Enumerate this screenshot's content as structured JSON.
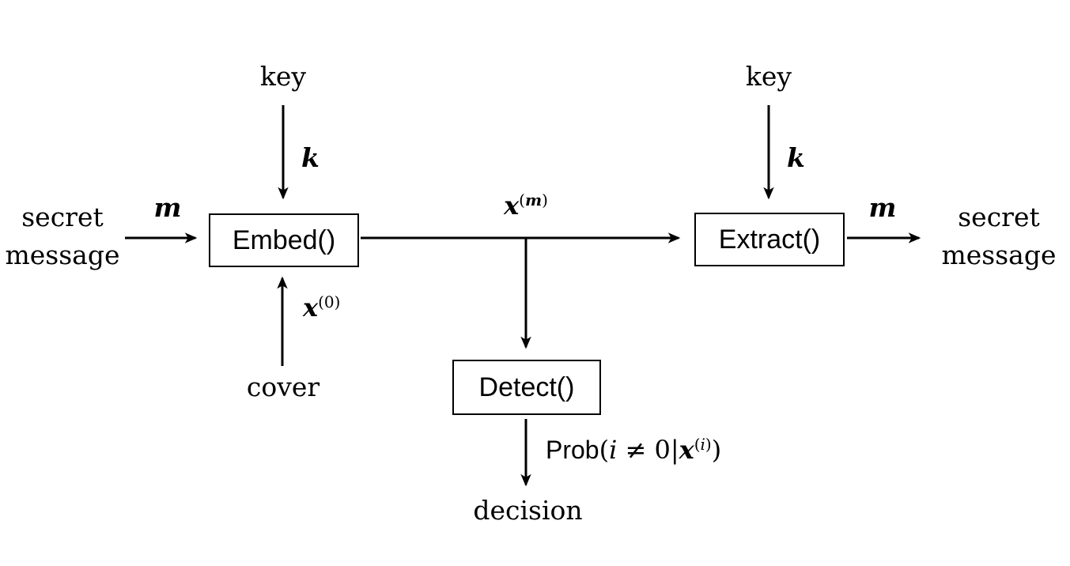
{
  "diagram": {
    "boxes": {
      "embed": {
        "label": "Embed()"
      },
      "extract": {
        "label": "Extract()"
      },
      "detect": {
        "label": "Detect()"
      }
    },
    "labels": {
      "key_left": "key",
      "key_right": "key",
      "secret_in_line1": "secret",
      "secret_in_line2": "message",
      "secret_out_line1": "secret",
      "secret_out_line2": "message",
      "cover": "cover",
      "decision": "decision"
    },
    "math": {
      "m_in": "m",
      "m_out": "m",
      "k_left": "k",
      "k_right": "k",
      "x0": {
        "base": "x",
        "sup_open": "(",
        "sup_idx": "0",
        "sup_close": ")"
      },
      "xm": {
        "base": "x",
        "sup_open": "(",
        "sup_idx": "m",
        "sup_close": ")"
      },
      "prob": {
        "func": "Prob",
        "open": "(",
        "i": "i",
        "neq": "≠",
        "zero": "0",
        "bar": "|",
        "x": "x",
        "sup_open": "(",
        "sup_idx": "i",
        "sup_close": ")",
        "close": ")"
      }
    },
    "colors": {
      "stroke": "#000000",
      "background": "#ffffff"
    },
    "arrow_names": {
      "key_to_embed": "key to Embed",
      "message_to_embed": "secret message to Embed",
      "embed_to_extract": "Embed to Extract",
      "branch_to_detect": "stego object to Detect",
      "cover_to_embed": "cover to Embed",
      "detect_to_decision": "Detect to decision",
      "key_to_extract": "key to Extract",
      "extract_to_message": "Extract to secret message"
    }
  }
}
